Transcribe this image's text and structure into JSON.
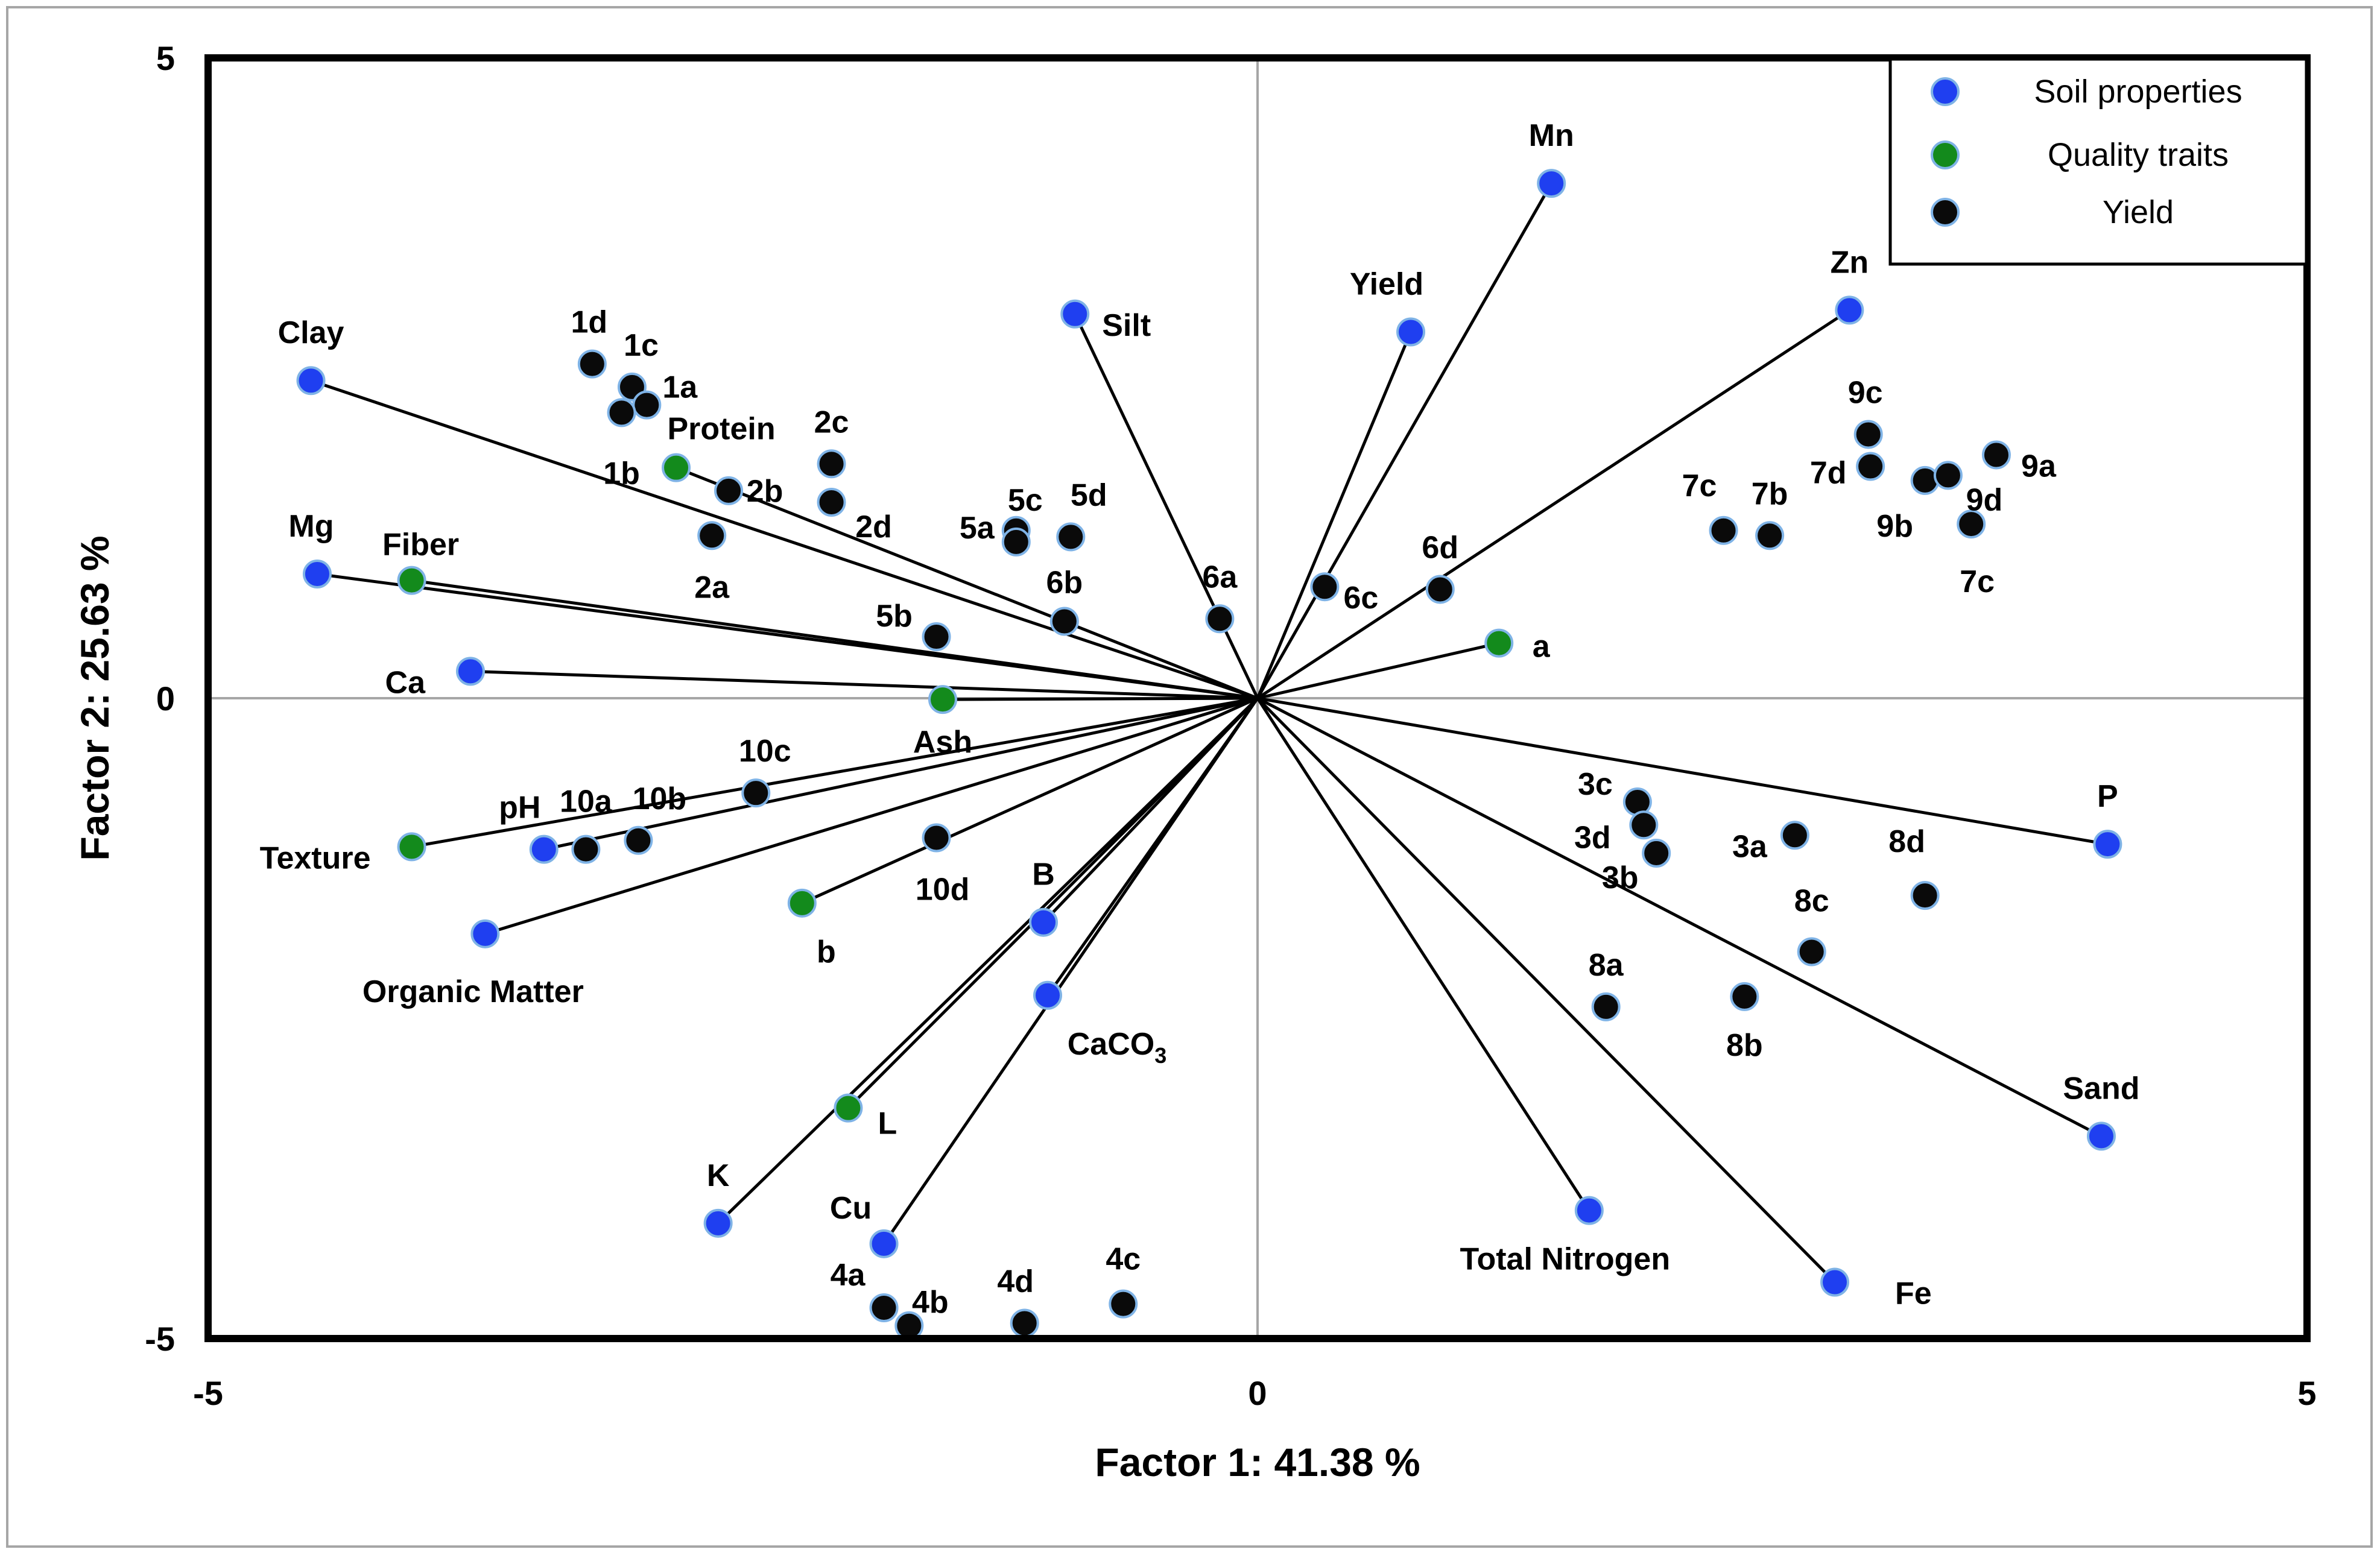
{
  "chart_data": {
    "type": "scatter",
    "xlabel": "Factor 1: 41.38 %",
    "ylabel": "Factor 2: 25.63 %",
    "xlim": [
      -5,
      5
    ],
    "ylim": [
      -5,
      5
    ],
    "xticks": [
      "-5",
      "0",
      "5"
    ],
    "yticks": [
      "5",
      "0",
      "-5"
    ],
    "grid": false,
    "legend_position": "top-right",
    "colors": {
      "Soil properties": "#1f3ff0",
      "Quality traits": "#138a1c",
      "Yield": "#0a0a0a"
    },
    "legend": [
      "Soil properties",
      "Quality traits",
      "Yield"
    ],
    "series": [
      {
        "name": "Soil properties",
        "vectors": true,
        "points": [
          {
            "label": "Mn",
            "x": 1.4,
            "y": 4.02
          },
          {
            "label": "Yield",
            "x": 0.73,
            "y": 2.86
          },
          {
            "label": "Zn",
            "x": 2.82,
            "y": 3.03
          },
          {
            "label": "Silt",
            "x": -0.87,
            "y": 3.0
          },
          {
            "label": "Clay",
            "x": -4.51,
            "y": 2.48
          },
          {
            "label": "Mg",
            "x": -4.48,
            "y": 0.97
          },
          {
            "label": "Ca",
            "x": -3.75,
            "y": 0.21
          },
          {
            "label": "pH",
            "x": -3.4,
            "y": -1.18
          },
          {
            "label": "Organic Matter",
            "x": -3.68,
            "y": -1.84
          },
          {
            "label": "B",
            "x": -1.02,
            "y": -1.75
          },
          {
            "label": "CaCO3",
            "x": -1.0,
            "y": -2.32
          },
          {
            "label": "K",
            "x": -2.57,
            "y": -4.1
          },
          {
            "label": "Cu",
            "x": -1.78,
            "y": -4.26
          },
          {
            "label": "P",
            "x": 4.05,
            "y": -1.14
          },
          {
            "label": "Sand",
            "x": 4.02,
            "y": -3.42
          },
          {
            "label": "Total Nitrogen",
            "x": 1.58,
            "y": -4.0
          },
          {
            "label": "Fe",
            "x": 2.75,
            "y": -4.56
          }
        ]
      },
      {
        "name": "Quality traits",
        "vectors": true,
        "points": [
          {
            "label": "Protein",
            "x": -2.77,
            "y": 1.8
          },
          {
            "label": "Fiber",
            "x": -4.03,
            "y": 0.92
          },
          {
            "label": "Ash",
            "x": -1.5,
            "y": -0.01
          },
          {
            "label": "Texture",
            "x": -4.03,
            "y": -1.16
          },
          {
            "label": "b",
            "x": -2.17,
            "y": -1.6
          },
          {
            "label": "L",
            "x": -1.95,
            "y": -3.2
          },
          {
            "label": "a",
            "x": 1.15,
            "y": 0.43
          }
        ]
      },
      {
        "name": "Yield",
        "vectors": false,
        "points": [
          {
            "label": "1d",
            "x": -3.17,
            "y": 2.61
          },
          {
            "label": "1c",
            "x": -2.98,
            "y": 2.43
          },
          {
            "label": "1a",
            "x": -2.91,
            "y": 2.29
          },
          {
            "label": "1b",
            "x": -3.03,
            "y": 2.23
          },
          {
            "label": "2b",
            "x": -2.52,
            "y": 1.62
          },
          {
            "label": "2a",
            "x": -2.6,
            "y": 1.27
          },
          {
            "label": "2c",
            "x": -2.03,
            "y": 1.83
          },
          {
            "label": "2d",
            "x": -2.03,
            "y": 1.53
          },
          {
            "label": "5a",
            "x": -1.15,
            "y": 1.31
          },
          {
            "label": "5c",
            "x": -1.15,
            "y": 1.22
          },
          {
            "label": "5d",
            "x": -0.89,
            "y": 1.26
          },
          {
            "label": "5b",
            "x": -1.53,
            "y": 0.48
          },
          {
            "label": "6b",
            "x": -0.92,
            "y": 0.6
          },
          {
            "label": "6a",
            "x": -0.18,
            "y": 0.62
          },
          {
            "label": "6c",
            "x": 0.32,
            "y": 0.87
          },
          {
            "label": "6d",
            "x": 0.87,
            "y": 0.85
          },
          {
            "label": "10c",
            "x": -2.39,
            "y": -0.74
          },
          {
            "label": "10b",
            "x": -2.95,
            "y": -1.11
          },
          {
            "label": "10a",
            "x": -3.2,
            "y": -1.18
          },
          {
            "label": "10d",
            "x": -1.53,
            "y": -1.09
          },
          {
            "label": "7c",
            "x": 2.22,
            "y": 1.31
          },
          {
            "label": "7b",
            "x": 2.44,
            "y": 1.27
          },
          {
            "label": "7d",
            "x": 2.92,
            "y": 1.81
          },
          {
            "label": "9c",
            "x": 2.91,
            "y": 2.06
          },
          {
            "label": "9b",
            "x": 3.18,
            "y": 1.7
          },
          {
            "label": "9d",
            "x": 3.29,
            "y": 1.74
          },
          {
            "label": "9a",
            "x": 3.52,
            "y": 1.9
          },
          {
            "label": "7c",
            "x": 3.4,
            "y": 1.36
          },
          {
            "label": "3c",
            "x": 1.81,
            "y": -0.81
          },
          {
            "label": "3d",
            "x": 1.84,
            "y": -0.99
          },
          {
            "label": "3b",
            "x": 1.9,
            "y": -1.21
          },
          {
            "label": "3a",
            "x": 2.56,
            "y": -1.07
          },
          {
            "label": "8d",
            "x": 3.18,
            "y": -1.54
          },
          {
            "label": "8c",
            "x": 2.64,
            "y": -1.98
          },
          {
            "label": "8a",
            "x": 1.66,
            "y": -2.41
          },
          {
            "label": "8b",
            "x": 2.32,
            "y": -2.33
          },
          {
            "label": "4a",
            "x": -1.78,
            "y": -4.76
          },
          {
            "label": "4b",
            "x": -1.66,
            "y": -4.9
          },
          {
            "label": "4d",
            "x": -1.11,
            "y": -4.88
          },
          {
            "label": "4c",
            "x": -0.64,
            "y": -4.73
          }
        ]
      }
    ]
  }
}
